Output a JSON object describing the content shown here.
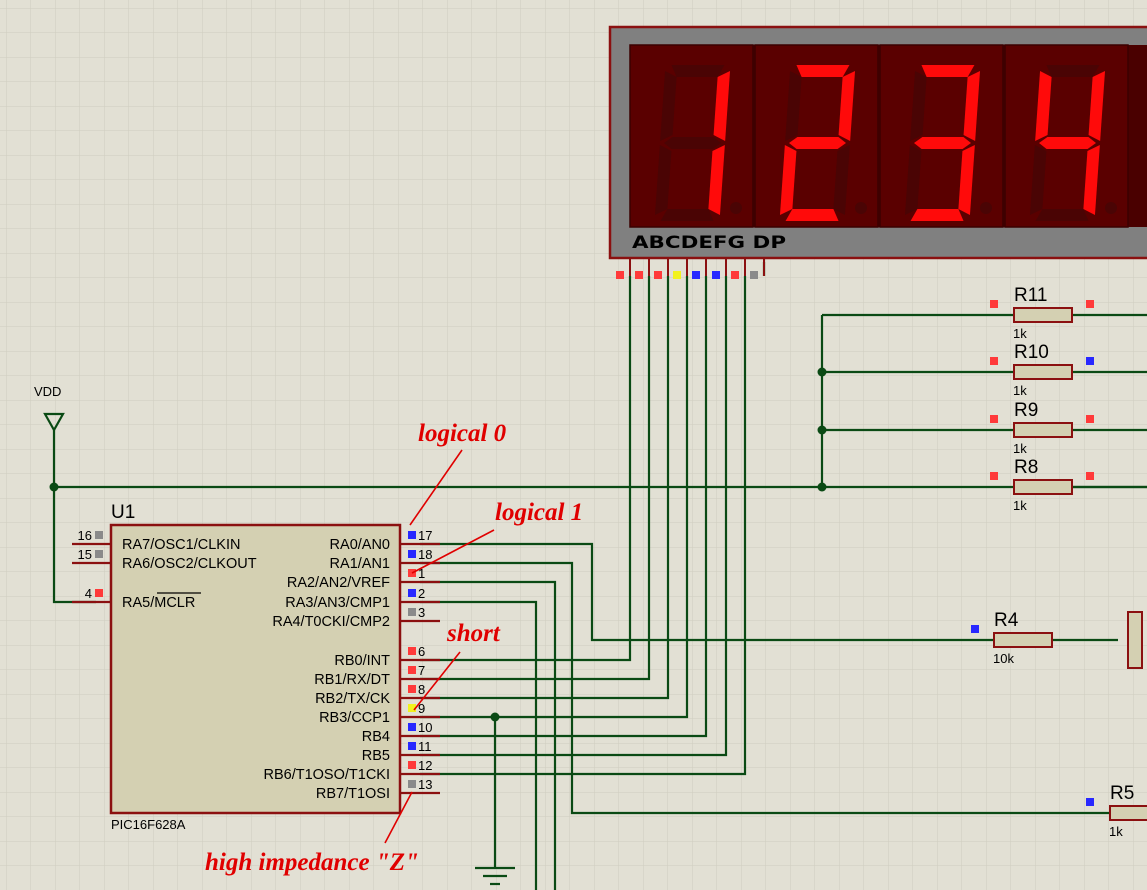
{
  "colors": {
    "background": "#e2e0d4",
    "grid": "#cfcdbf",
    "wire": "#0a4a14",
    "component_outline": "#8b1010",
    "component_body": "#d4d0b2",
    "display_frame": "#808080",
    "segment_on": "#ff0a0a",
    "segment_off": "#4a0404",
    "annotation": "#e00000",
    "pin_logic_low": "#2828ff",
    "pin_logic_high": "#ff3a3a",
    "pin_short": "#f2f21e",
    "pin_high_z": "#8a8a8a"
  },
  "mcu": {
    "ref": "U1",
    "part": "PIC16F628A",
    "left_pins": [
      {
        "num": "16",
        "label": "RA7/OSC1/CLKIN",
        "state": "high_z"
      },
      {
        "num": "15",
        "label": "RA6/OSC2/CLKOUT",
        "state": "high_z"
      },
      {
        "num": "4",
        "label": "RA5/MCLR",
        "state": "high"
      }
    ],
    "right_pins": [
      {
        "num": "17",
        "label": "RA0/AN0",
        "state": "low"
      },
      {
        "num": "18",
        "label": "RA1/AN1",
        "state": "low"
      },
      {
        "num": "1",
        "label": "RA2/AN2/VREF",
        "state": "high"
      },
      {
        "num": "2",
        "label": "RA3/AN3/CMP1",
        "state": "low"
      },
      {
        "num": "3",
        "label": "RA4/T0CKI/CMP2",
        "state": "high_z"
      },
      {
        "num": "6",
        "label": "RB0/INT",
        "state": "high"
      },
      {
        "num": "7",
        "label": "RB1/RX/DT",
        "state": "high"
      },
      {
        "num": "8",
        "label": "RB2/TX/CK",
        "state": "high"
      },
      {
        "num": "9",
        "label": "RB3/CCP1",
        "state": "short"
      },
      {
        "num": "10",
        "label": "RB4",
        "state": "low"
      },
      {
        "num": "11",
        "label": "RB5",
        "state": "low"
      },
      {
        "num": "12",
        "label": "RB6/T1OSO/T1CKI",
        "state": "high"
      },
      {
        "num": "13",
        "label": "RB7/T1OSI",
        "state": "high_z"
      }
    ]
  },
  "power": {
    "vdd_label": "VDD"
  },
  "display": {
    "digits": [
      {
        "value": "1",
        "segments_on": [
          "b",
          "c"
        ]
      },
      {
        "value": "2",
        "segments_on": [
          "a",
          "b",
          "g",
          "e",
          "d"
        ]
      },
      {
        "value": "3",
        "segments_on": [
          "a",
          "b",
          "g",
          "c",
          "d"
        ]
      },
      {
        "value": "4",
        "segments_on": [
          "f",
          "g",
          "b",
          "c"
        ]
      }
    ],
    "pin_label": "ABCDEFG DP",
    "pin_states": [
      "high",
      "high",
      "high",
      "short",
      "low",
      "low",
      "high",
      "high_z"
    ]
  },
  "resistors": [
    {
      "ref": "R11",
      "value": "1k",
      "left_state": "high",
      "right_state": "high"
    },
    {
      "ref": "R10",
      "value": "1k",
      "left_state": "high",
      "right_state": "low"
    },
    {
      "ref": "R9",
      "value": "1k",
      "left_state": "high",
      "right_state": "high"
    },
    {
      "ref": "R8",
      "value": "1k",
      "left_state": "high",
      "right_state": "high"
    },
    {
      "ref": "R4",
      "value": "10k",
      "left_state": "low"
    },
    {
      "ref": "R5",
      "value": "1k",
      "left_state": "low"
    }
  ],
  "annotations": [
    "logical 0",
    "logical 1",
    "short",
    "high impedance \"Z\""
  ]
}
